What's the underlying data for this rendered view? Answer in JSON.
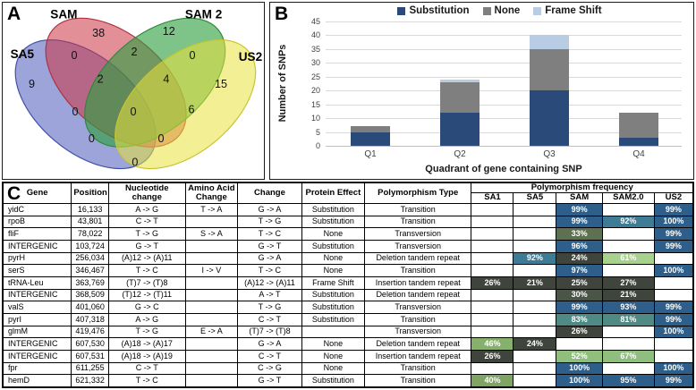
{
  "figure": {
    "panel_a_label": "A",
    "panel_b_label": "B",
    "panel_c_label": "C"
  },
  "venn": {
    "sets": [
      {
        "label": "SA5",
        "fill": "#5A68C0",
        "stroke": "#3E4EA8",
        "opacity": 0.6
      },
      {
        "label": "SAM",
        "fill": "#CC3344",
        "stroke": "#B03040",
        "opacity": 0.55
      },
      {
        "label": "SAM 2",
        "fill": "#2F9E3F",
        "stroke": "#2A8A38",
        "opacity": 0.62
      },
      {
        "label": "US2",
        "fill": "#E8E23C",
        "stroke": "#C9C32E",
        "opacity": 0.55
      }
    ],
    "regions": [
      {
        "id": "sam-only",
        "value": "38"
      },
      {
        "id": "sam2-only",
        "value": "12"
      },
      {
        "id": "sa5-only",
        "value": "9"
      },
      {
        "id": "us2-only",
        "value": "15"
      },
      {
        "id": "sa5-sam",
        "value": "0"
      },
      {
        "id": "sam-sam2",
        "value": "2"
      },
      {
        "id": "sam2-us2",
        "value": "0"
      },
      {
        "id": "sa5-sam-sam2",
        "value": "2"
      },
      {
        "id": "sam-sam2-us2",
        "value": "4"
      },
      {
        "id": "sa5-sam2",
        "value": "0"
      },
      {
        "id": "all-four",
        "value": "0"
      },
      {
        "id": "sam-us2",
        "value": "6"
      },
      {
        "id": "sa5-sam2-us2",
        "value": "0"
      },
      {
        "id": "sa5-sam-us2",
        "value": "0"
      },
      {
        "id": "sa5-us2",
        "value": "0"
      }
    ]
  },
  "chart_data": {
    "type": "bar",
    "stacked": true,
    "categories": [
      "Q1",
      "Q2",
      "Q3",
      "Q4"
    ],
    "series": [
      {
        "name": "Substitution",
        "color": "#2A4A7A",
        "values": [
          5,
          12,
          20,
          3
        ]
      },
      {
        "name": "None",
        "color": "#7F7F7F",
        "values": [
          2,
          11,
          15,
          9
        ]
      },
      {
        "name": "Frame Shift",
        "color": "#B8CCE4",
        "values": [
          0,
          1,
          5,
          0
        ]
      }
    ],
    "title": "",
    "xlabel": "Quadrant of gene containing SNP",
    "ylabel": "Number of SNPs",
    "ylim": [
      0,
      45
    ],
    "ytick_step": 5,
    "grid": true,
    "legend_position": "top"
  },
  "table": {
    "columns": [
      "Gene",
      "Position",
      "Nucleotide change",
      "Amino Acid Change",
      "Change",
      "Protein Effect",
      "Polymorphism Type"
    ],
    "frequency_group": "Polymorphism frequency",
    "frequency_columns": [
      "SA1",
      "SA5",
      "SAM",
      "SAM2.0",
      "US2"
    ],
    "rows": [
      {
        "gene": "yidC",
        "position": "16,133",
        "nucleotide_change": "A -> G",
        "amino_acid_change": "T -> A",
        "change": "G -> A",
        "protein_effect": "Substitution",
        "polymorphism_type": "Transition",
        "frequencies": [
          null,
          null,
          {
            "value": "99%",
            "color": "#2E5F8A"
          },
          null,
          {
            "value": "99%",
            "color": "#2E5F8A"
          }
        ]
      },
      {
        "gene": "rpoB",
        "position": "43,801",
        "nucleotide_change": "C -> T",
        "amino_acid_change": "",
        "change": "T -> G",
        "protein_effect": "Substitution",
        "polymorphism_type": "Transition",
        "frequencies": [
          null,
          null,
          {
            "value": "99%",
            "color": "#2E5F8A"
          },
          {
            "value": "92%",
            "color": "#3E7B94"
          },
          {
            "value": "100%",
            "color": "#2E5F8A"
          }
        ]
      },
      {
        "gene": "fliF",
        "position": "78,022",
        "nucleotide_change": "T -> G",
        "amino_acid_change": "S -> A",
        "change": "T -> C",
        "protein_effect": "None",
        "polymorphism_type": "Transversion",
        "frequencies": [
          null,
          null,
          {
            "value": "33%",
            "color": "#5D7052"
          },
          null,
          {
            "value": "99%",
            "color": "#2E5F8A"
          }
        ]
      },
      {
        "gene": "INTERGENIC",
        "position": "103,724",
        "nucleotide_change": "G -> T",
        "amino_acid_change": "",
        "change": "G -> T",
        "protein_effect": "Substitution",
        "polymorphism_type": "Transversion",
        "frequencies": [
          null,
          null,
          {
            "value": "96%",
            "color": "#2E5F8A"
          },
          null,
          {
            "value": "99%",
            "color": "#2E5F8A"
          }
        ]
      },
      {
        "gene": "pyrH",
        "position": "256,034",
        "nucleotide_change": "(A)12 -> (A)11",
        "amino_acid_change": "",
        "change": "G -> A",
        "protein_effect": "None",
        "polymorphism_type": "Deletion tandem repeat",
        "frequencies": [
          null,
          {
            "value": "92%",
            "color": "#3E7B94"
          },
          {
            "value": "24%",
            "color": "#3F443C"
          },
          {
            "value": "61%",
            "color": "#A9D18E"
          },
          null
        ]
      },
      {
        "gene": "serS",
        "position": "346,467",
        "nucleotide_change": "T -> C",
        "amino_acid_change": "I -> V",
        "change": "T -> C",
        "protein_effect": "None",
        "polymorphism_type": "Transition",
        "frequencies": [
          null,
          null,
          {
            "value": "97%",
            "color": "#2E5F8A"
          },
          null,
          {
            "value": "100%",
            "color": "#2E5F8A"
          }
        ]
      },
      {
        "gene": "tRNA-Leu",
        "position": "363,769",
        "nucleotide_change": "(T)7 -> (T)8",
        "amino_acid_change": "",
        "change": "(A)12 -> (A)11",
        "protein_effect": "Frame Shift",
        "polymorphism_type": "Insertion tandem repeat",
        "frequencies": [
          {
            "value": "26%",
            "color": "#3F443C"
          },
          {
            "value": "21%",
            "color": "#3F443C"
          },
          {
            "value": "25%",
            "color": "#3F443C"
          },
          {
            "value": "27%",
            "color": "#3F443C"
          },
          null
        ]
      },
      {
        "gene": "INTERGENIC",
        "position": "368,509",
        "nucleotide_change": "(T)12 -> (T)11",
        "amino_acid_change": "",
        "change": "A -> T",
        "protein_effect": "Substitution",
        "polymorphism_type": "Deletion tandem repeat",
        "frequencies": [
          null,
          null,
          {
            "value": "30%",
            "color": "#4A5447"
          },
          {
            "value": "21%",
            "color": "#3F443C"
          },
          null
        ]
      },
      {
        "gene": "valS",
        "position": "401,060",
        "nucleotide_change": "G -> C",
        "amino_acid_change": "",
        "change": "T -> G",
        "protein_effect": "Substitution",
        "polymorphism_type": "Transversion",
        "frequencies": [
          null,
          null,
          {
            "value": "99%",
            "color": "#2E5F8A"
          },
          {
            "value": "93%",
            "color": "#2E5F8A"
          },
          {
            "value": "99%",
            "color": "#2E5F8A"
          }
        ]
      },
      {
        "gene": "pyrI",
        "position": "407,318",
        "nucleotide_change": "A -> G",
        "amino_acid_change": "",
        "change": "C -> T",
        "protein_effect": "Substitution",
        "polymorphism_type": "Transition",
        "frequencies": [
          null,
          null,
          {
            "value": "83%",
            "color": "#4F8B84"
          },
          {
            "value": "81%",
            "color": "#4F8B84"
          },
          {
            "value": "99%",
            "color": "#2E5F8A"
          }
        ]
      },
      {
        "gene": "glmM",
        "position": "419,476",
        "nucleotide_change": "T -> G",
        "amino_acid_change": "E -> A",
        "change": "(T)7 -> (T)8",
        "protein_effect": "",
        "polymorphism_type": "Transversion",
        "frequencies": [
          null,
          null,
          {
            "value": "26%",
            "color": "#3F443C"
          },
          null,
          {
            "value": "100%",
            "color": "#2E5F8A"
          }
        ]
      },
      {
        "gene": "INTERGENIC",
        "position": "607,530",
        "nucleotide_change": "(A)18 -> (A)17",
        "amino_acid_change": "",
        "change": "G -> A",
        "protein_effect": "None",
        "polymorphism_type": "Deletion tandem repeat",
        "frequencies": [
          {
            "value": "46%",
            "color": "#86B06C"
          },
          {
            "value": "24%",
            "color": "#3F443C"
          },
          null,
          null,
          null
        ]
      },
      {
        "gene": "INTERGENIC",
        "position": "607,531",
        "nucleotide_change": "(A)18 -> (A)19",
        "amino_acid_change": "",
        "change": "C -> T",
        "protein_effect": "None",
        "polymorphism_type": "Insertion tandem repeat",
        "frequencies": [
          {
            "value": "26%",
            "color": "#3F443C"
          },
          null,
          {
            "value": "52%",
            "color": "#8FBE7F"
          },
          {
            "value": "67%",
            "color": "#8FBE7F"
          },
          null
        ]
      },
      {
        "gene": "fpr",
        "position": "611,255",
        "nucleotide_change": "C -> T",
        "amino_acid_change": "",
        "change": "C -> G",
        "protein_effect": "None",
        "polymorphism_type": "Transition",
        "frequencies": [
          null,
          null,
          {
            "value": "100%",
            "color": "#2E5F8A"
          },
          null,
          {
            "value": "100%",
            "color": "#2E5F8A"
          }
        ]
      },
      {
        "gene": "hemD",
        "position": "621,332",
        "nucleotide_change": "T -> C",
        "amino_acid_change": "",
        "change": "G -> T",
        "protein_effect": "Substitution",
        "polymorphism_type": "Transition",
        "frequencies": [
          {
            "value": "40%",
            "color": "#7FA463"
          },
          null,
          {
            "value": "100%",
            "color": "#2E5F8A"
          },
          {
            "value": "95%",
            "color": "#2E5F8A"
          },
          {
            "value": "99%",
            "color": "#2E5F8A"
          }
        ]
      }
    ]
  }
}
